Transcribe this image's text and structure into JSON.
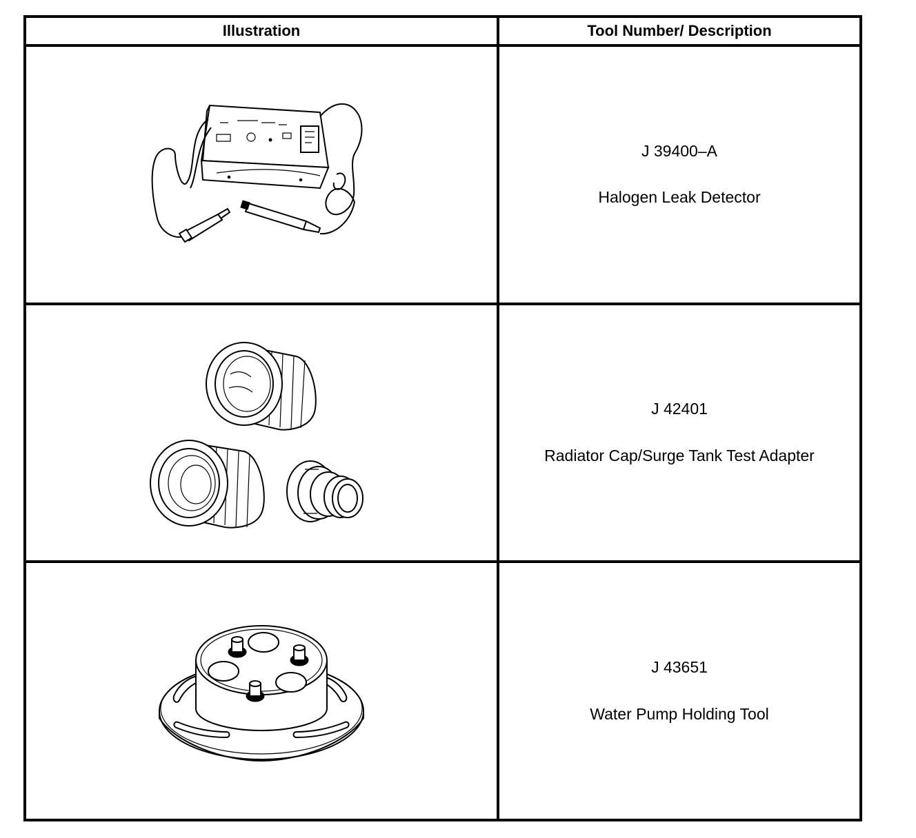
{
  "table": {
    "headers": {
      "illustration": "Illustration",
      "tool": "Tool Number/ Description"
    },
    "rows": [
      {
        "number": "J 39400–A",
        "description": "Halogen Leak Detector",
        "illustration_icon": "halogen-leak-detector-icon"
      },
      {
        "number": "J 42401",
        "description": "Radiator Cap/Surge Tank Test Adapter",
        "illustration_icon": "test-adapter-icon"
      },
      {
        "number": "J 43651",
        "description": "Water Pump Holding Tool",
        "illustration_icon": "water-pump-holding-tool-icon"
      }
    ]
  }
}
